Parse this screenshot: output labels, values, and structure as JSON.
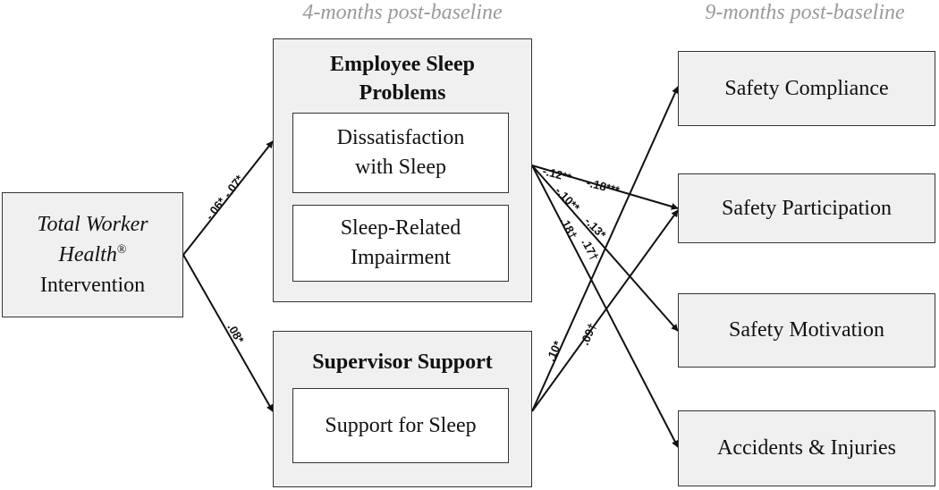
{
  "phases": {
    "four_month": "4-months post-baseline",
    "nine_month": "9-months post-baseline"
  },
  "intervention": {
    "line1": "Total Worker",
    "line2": "Health",
    "mark": "®",
    "line3": "Intervention"
  },
  "sleep_problems": {
    "title_line1": "Employee Sleep",
    "title_line2": "Problems",
    "dissatisfaction_line1": "Dissatisfaction",
    "dissatisfaction_line2": "with Sleep",
    "impairment_line1": "Sleep-Related",
    "impairment_line2": "Impairment"
  },
  "supervisor": {
    "title": "Supervisor Support",
    "support_for_sleep": "Support for Sleep"
  },
  "outcomes": {
    "compliance": "Safety Compliance",
    "participation": "Safety Participation",
    "motivation": "Safety Motivation",
    "accidents": "Accidents & Injuries"
  },
  "coefficients": {
    "int_to_sleep_a": "-.06*",
    "int_to_sleep_b": "-.07*",
    "int_to_support": ".08*",
    "sleep_to_participation_a": "-.12**",
    "sleep_to_participation_b": "-.18***",
    "sleep_to_motivation_a": "-.10**",
    "sleep_to_motivation_b": "-.13*",
    "sleep_to_accidents_a": ".18†",
    "sleep_to_accidents_b": ".17†",
    "support_to_compliance": ".10*",
    "support_to_participation": ".09†"
  }
}
